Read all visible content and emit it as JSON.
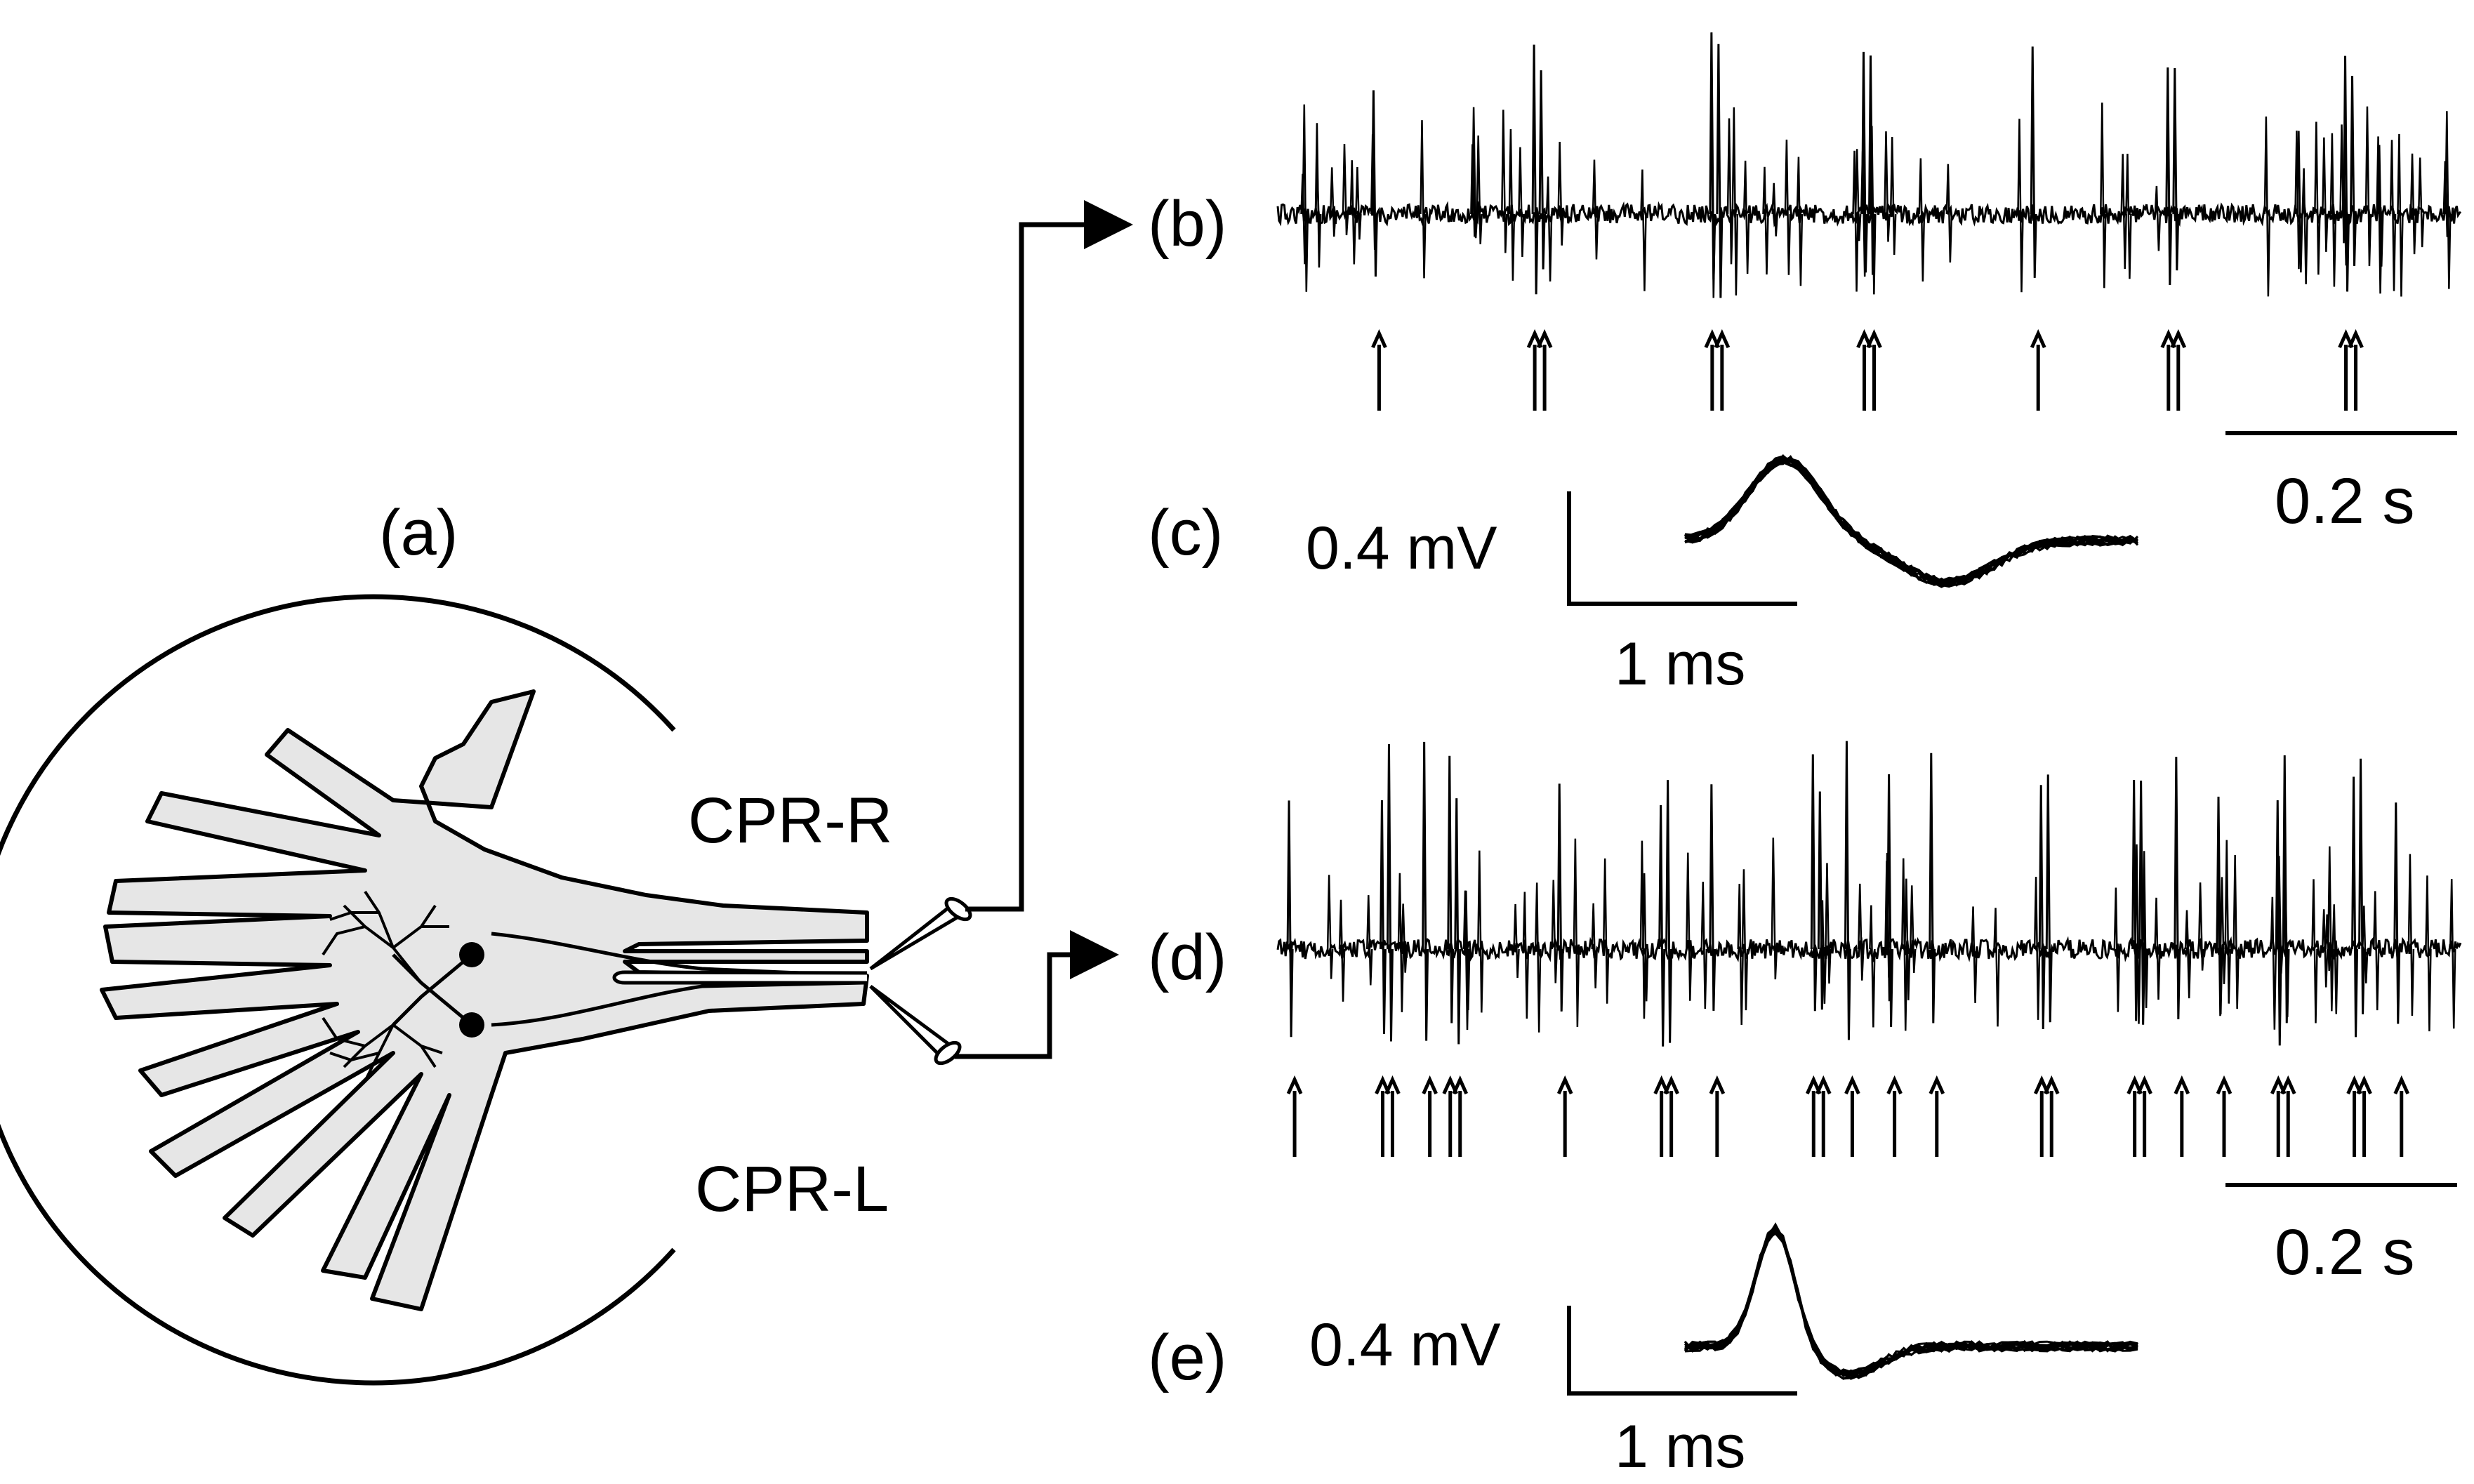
{
  "panels": {
    "a": "(a)",
    "b": "(b)",
    "c": "(c)",
    "d": "(d)",
    "e": "(e)"
  },
  "electrodes": {
    "right": "CPR-R",
    "left": "CPR-L"
  },
  "scale_bars": {
    "b_time": "0.2 s",
    "d_time": "0.2 s",
    "c_voltage": "0.4 mV",
    "c_time": "1 ms",
    "e_voltage": "0.4 mV",
    "e_time": "1 ms"
  },
  "spike_markers": {
    "b": [
      {
        "t": 0.12,
        "n": 1
      },
      {
        "t": 0.31,
        "n": 2
      },
      {
        "t": 0.52,
        "n": 2
      },
      {
        "t": 0.7,
        "n": 2
      },
      {
        "t": 0.9,
        "n": 1
      },
      {
        "t": 1.06,
        "n": 2
      },
      {
        "t": 1.27,
        "n": 2
      }
    ],
    "d": [
      {
        "t": 0.02,
        "n": 1
      },
      {
        "t": 0.13,
        "n": 2
      },
      {
        "t": 0.18,
        "n": 1
      },
      {
        "t": 0.21,
        "n": 2
      },
      {
        "t": 0.34,
        "n": 1
      },
      {
        "t": 0.46,
        "n": 2
      },
      {
        "t": 0.52,
        "n": 1
      },
      {
        "t": 0.64,
        "n": 2
      },
      {
        "t": 0.68,
        "n": 1
      },
      {
        "t": 0.73,
        "n": 1
      },
      {
        "t": 0.78,
        "n": 1
      },
      {
        "t": 0.91,
        "n": 2
      },
      {
        "t": 1.02,
        "n": 2
      },
      {
        "t": 1.07,
        "n": 1
      },
      {
        "t": 1.12,
        "n": 1
      },
      {
        "t": 1.19,
        "n": 2
      },
      {
        "t": 1.28,
        "n": 2
      },
      {
        "t": 1.33,
        "n": 1
      }
    ]
  }
}
